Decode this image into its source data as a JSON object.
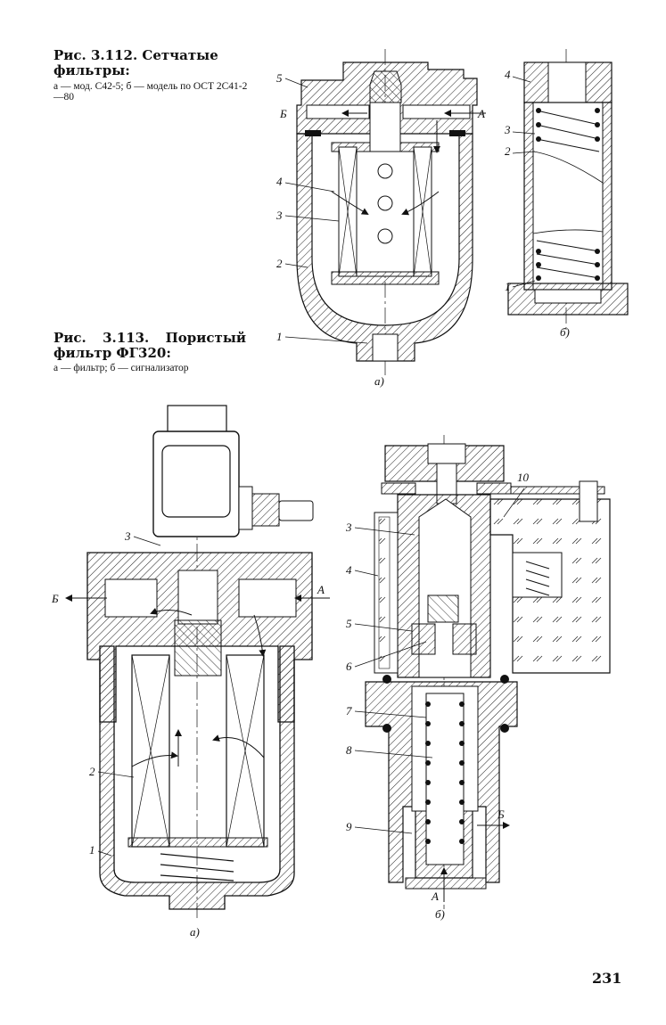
{
  "figure_112": {
    "title": "Рис. 3.112. Сетчатые фильтры:",
    "subtitle": "а — мод. С42-5; б — модель по ОСТ 2С41-2—80",
    "panel_a_label": "а)",
    "panel_b_label": "б)",
    "part_labels_a": [
      "5",
      "Б",
      "А",
      "4",
      "3",
      "2",
      "1"
    ],
    "part_labels_b": [
      "4",
      "3",
      "2",
      "1"
    ]
  },
  "figure_113": {
    "title": "Рис. 3.113. Пористый фильтр ФГ320:",
    "subtitle": "а — фильтр; б — сигнализатор",
    "panel_a_label": "а)",
    "panel_b_label": "б)",
    "part_labels_a": [
      "3",
      "Б",
      "А",
      "2",
      "1"
    ],
    "part_labels_b": [
      "10",
      "3",
      "4",
      "5",
      "6",
      "7",
      "8",
      "9",
      "Б",
      "А"
    ]
  },
  "page_number": "231"
}
